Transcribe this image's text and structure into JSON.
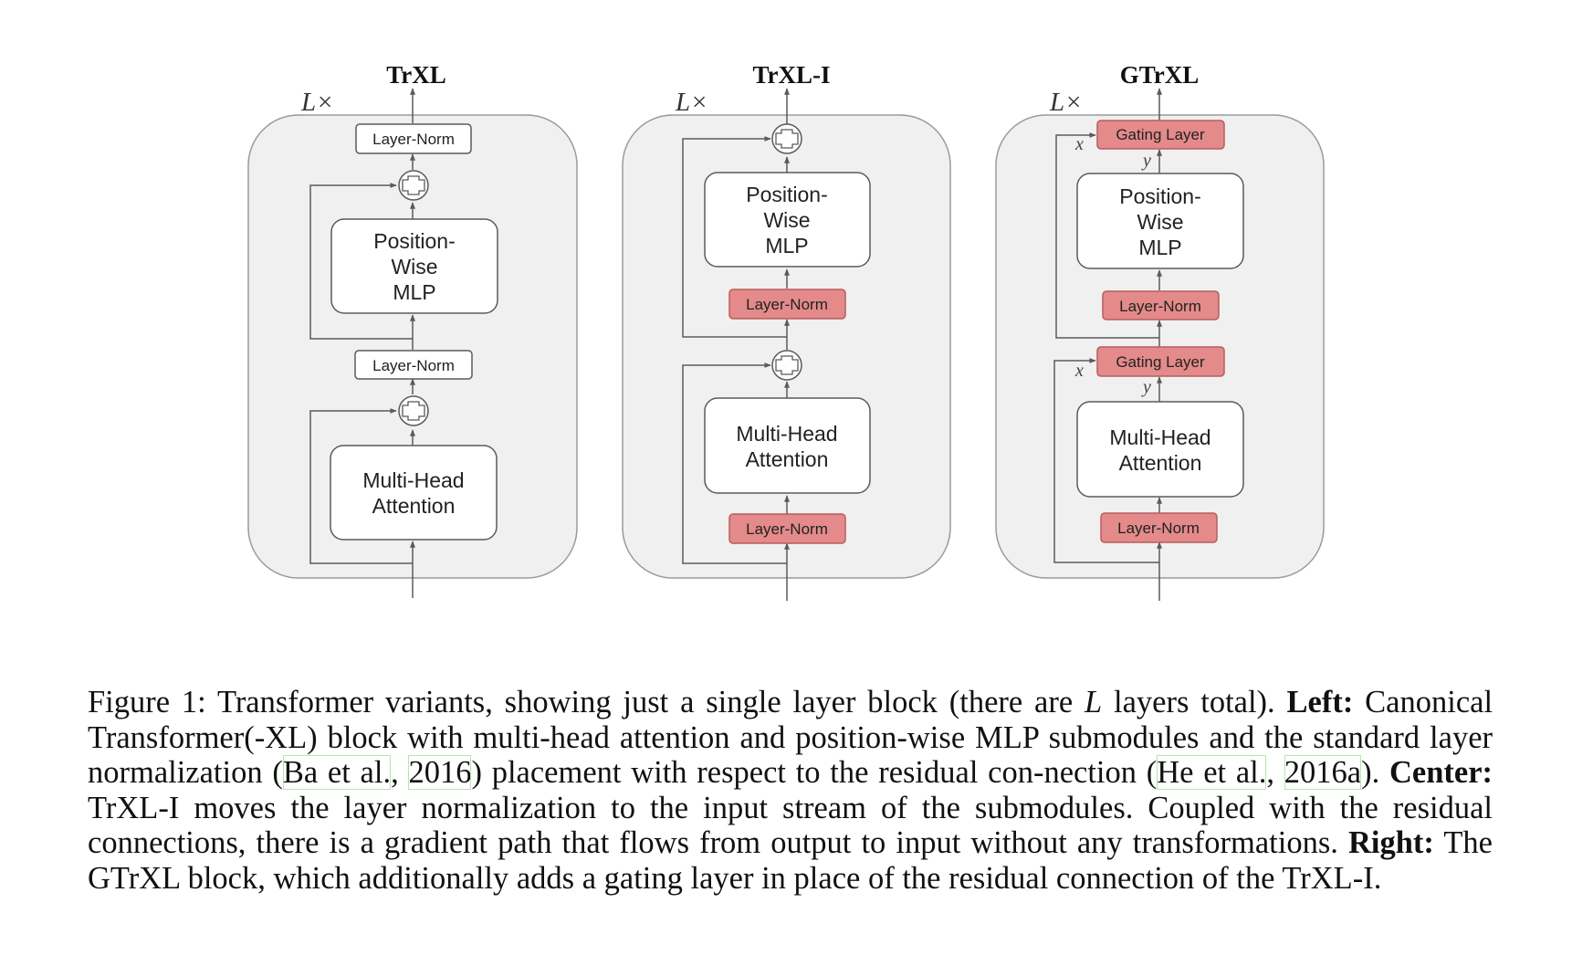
{
  "figure": {
    "panels": [
      {
        "title": "TrXL",
        "repeat_label": "L×"
      },
      {
        "title": "TrXL-I",
        "repeat_label": "L×"
      },
      {
        "title": "GTrXL",
        "repeat_label": "L×"
      }
    ],
    "labels": {
      "layer_norm": "Layer-Norm",
      "mlp": [
        "Position-",
        "Wise",
        "MLP"
      ],
      "attention": [
        "Multi-Head",
        "Attention"
      ],
      "gating": "Gating Layer",
      "x": "x",
      "y": "y"
    },
    "colors": {
      "panel_fill": "#f0f0f0",
      "panel_stroke": "#9a9a9a",
      "highlight_fill": "#e48a8a",
      "highlight_stroke": "#b85c5c",
      "line": "#5a5a5a"
    }
  },
  "caption": {
    "line1": "Figure 1: Transformer variants, showing just a single layer block (there are",
    "L": "L",
    "line1b": "layers total).",
    "left_label": "Left:",
    "line2": "Canonical Transformer(-XL) block with multi-head attention and position-wise MLP submodules and the standard layer normalization (",
    "cite1_author": "Ba et al.",
    "cite1_year": "2016",
    "line3": ") placement with respect to the residual con-nection (",
    "cite2_author": "He et al.",
    "cite2_year": "2016a",
    "line4": ").",
    "center_label": "Center:",
    "line5": "TrXL-I moves the layer normalization to the input stream of the submodules. Coupled with the residual connections, there is a gradient path that flows from output to input without any transformations.",
    "right_label": "Right:",
    "line6": "The GTrXL block, which additionally adds a gating layer in place of the residual connection of the TrXL-I."
  }
}
